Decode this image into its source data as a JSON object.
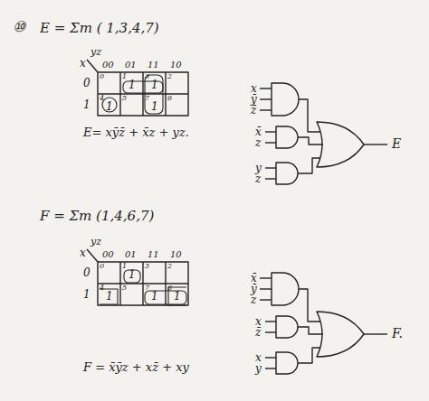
{
  "diagram": {
    "labels": [
      "⑩",
      "E = Σm ( 1,3,4,7)",
      "x",
      "yz",
      "00",
      "01",
      "11",
      "10",
      "0",
      "1",
      "0",
      "1",
      "3",
      "2",
      "4",
      "5",
      "7",
      "6",
      "1",
      "1",
      "1",
      "1",
      "E= xȳz̄ + x̄z + yz.",
      "x",
      "ȳ",
      "z̄",
      "x̄",
      "z",
      "y",
      "z",
      "E",
      "F = Σm (1,4,6,7)",
      "x",
      "yz",
      "00",
      "01",
      "11",
      "10",
      "0",
      "1",
      "0",
      "1",
      "3",
      "2",
      "4",
      "5",
      "7",
      "6",
      "1",
      "1",
      "1",
      "1",
      "F = x̄ȳz + xz̄ + xy",
      "x̄",
      "ȳ",
      "z",
      "x",
      "z̄",
      "x",
      "y",
      "F."
    ]
  }
}
